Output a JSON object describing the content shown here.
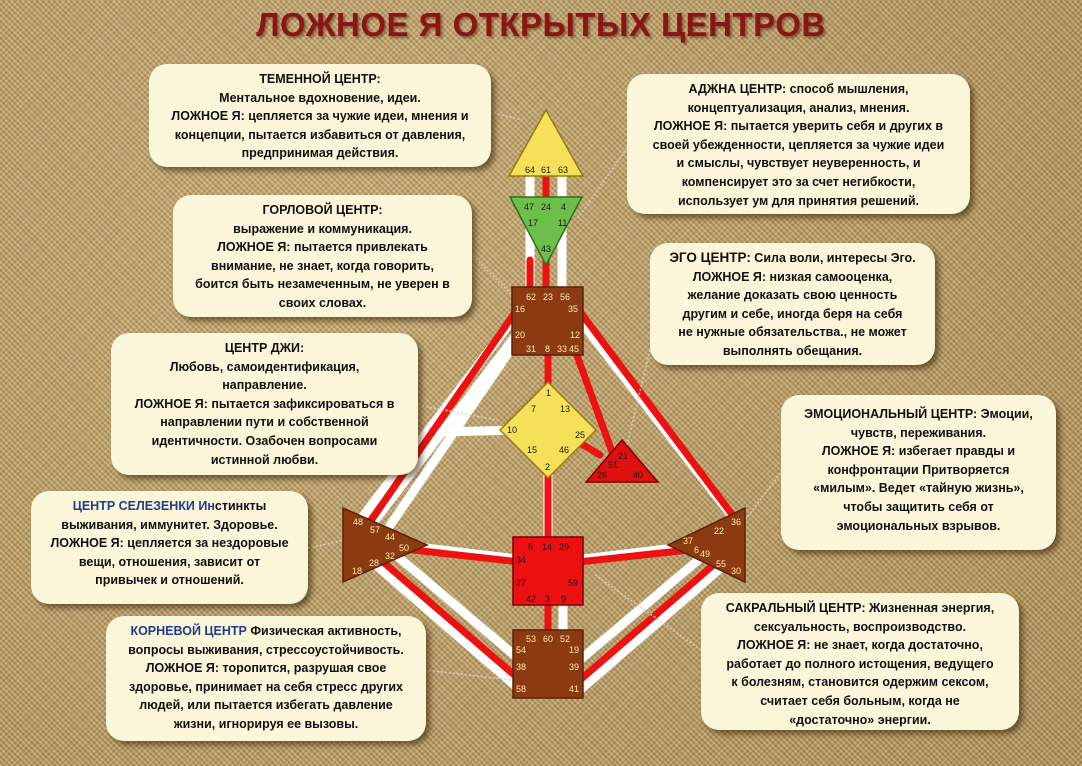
{
  "title": "ЛОЖНОЕ Я  ОТКРЫТЫХ ЦЕНТРОВ",
  "colors": {
    "title": "#8b1414",
    "channel_red": "#ee1111",
    "channel_white": "#ffffff",
    "head": "#f6e05a",
    "ajna": "#6cbf4a",
    "throat": "#8b3a12",
    "g_center": "#f6e05a",
    "ego": "#e01010",
    "sacral": "#ee1010",
    "spleen": "#8b3a12",
    "solar": "#8b3a12",
    "root": "#8b3a12",
    "callout_bg": "#fbf5d9"
  },
  "boxes": {
    "head": {
      "lines": [
        "ТЕМЕННОЙ ЦЕНТР:",
        "Ментальное вдохновение,  идеи.",
        "ЛОЖНОЕ Я: цепляется за чужие идеи, мнения и",
        "концепции, пытается избавиться от давления,",
        "предпринимая действия."
      ]
    },
    "ajna": {
      "lines": [
        "АДЖНА ЦЕНТР:  способ мышления,",
        "концептуализация, анализ, мнения.",
        "ЛОЖНОЕ Я: пытается уверить себя и других в",
        "своей убежденности, цепляется за чужие идеи",
        "и смыслы, чувствует неуверенность, и",
        "компенсирует это за счет негибкости,",
        "использует ум для принятия решений."
      ]
    },
    "throat": {
      "lines": [
        "ГОРЛОВОЙ ЦЕНТР:",
        "выражение и коммуникация.",
        "ЛОЖНОЕ Я: пытается привлекать",
        "внимание, не знает, когда говорить,",
        "боится быть незамеченным, не уверен в",
        "своих словах."
      ]
    },
    "ego": {
      "head": "ЭГО ЦЕНТР:",
      "lines": [
        "  Сила воли, интересы Эго.",
        "ЛОЖНОЕ Я: низкая самооценка,",
        "желание доказать свою ценность",
        "другим и себе,  иногда беря на себя",
        "не нужные обязательства., не может",
        "выполнять обещания."
      ]
    },
    "g": {
      "lines": [
        "ЦЕНТР ДЖИ:",
        "Любовь,   самоидентификация,",
        "направление.",
        "ЛОЖНОЕ Я:  пытается зафиксироваться в",
        "направлении пути и собственной",
        "идентичности. Озабочен вопросами",
        "истинной любви."
      ]
    },
    "solar": {
      "lines": [
        "ЭМОЦИОНАЛЬНЫЙ ЦЕНТР: Эмоции,",
        "чувств, переживания.",
        "ЛОЖНОЕ Я: избегает правды и",
        "конфронтации  Притворяется",
        "«милым». Ведет «тайную жизнь»,",
        "чтобы защитить себя от",
        "эмоциональных взрывов."
      ]
    },
    "spleen": {
      "head_blue": "ЦЕНТР СЕЛЕЗЕНКИ Ин",
      "lines": [
        "стинкты",
        "выживания,  иммунитет. Здоровье.",
        "ЛОЖНОЕ Я: цепляется за нездоровые",
        "вещи, отношения, зависит от",
        "привычек и отношений."
      ]
    },
    "sacral": {
      "lines": [
        "САКРАЛЬНЫЙ ЦЕНТР: Жизненная энергия,",
        "сексуальность, воспроизводство.",
        "ЛОЖНОЕ Я: не знает, когда достаточно,",
        "работает до полного истощения, ведущего",
        "к болезням, становится одержим сексом,",
        "считает себя больным, когда не",
        "«достаточно» энергии."
      ]
    },
    "root": {
      "head_blue": "КОРНЕВОЙ ЦЕНТР",
      "lines": [
        " Физическая активность,",
        "вопросы выживания, стрессоустойчивость.",
        "ЛОЖНОЕ Я: торопится, разрушая свое",
        "здоровье,  принимает на себя стресс других",
        "людей, или пытается избегать давление",
        "жизни, игнорируя ее вызовы."
      ]
    }
  },
  "gates": {
    "head": [
      "64",
      "61",
      "63"
    ],
    "ajna": [
      "47",
      "24",
      "4",
      "17",
      "11",
      "43"
    ],
    "throat": [
      "62",
      "23",
      "56",
      "16",
      "35",
      "20",
      "12",
      "31",
      "8",
      "33",
      "45"
    ],
    "g": [
      "1",
      "7",
      "13",
      "10",
      "25",
      "15",
      "46",
      "2"
    ],
    "ego": [
      "21",
      "51",
      "26",
      "40"
    ],
    "spleen": [
      "48",
      "57",
      "44",
      "50",
      "32",
      "28",
      "18"
    ],
    "solar": [
      "36",
      "22",
      "37",
      "6",
      "49",
      "55",
      "30"
    ],
    "sacral": [
      "5",
      "14",
      "29",
      "34",
      "27",
      "59",
      "42",
      "3",
      "9"
    ],
    "root": [
      "53",
      "60",
      "52",
      "54",
      "19",
      "38",
      "39",
      "58",
      "41"
    ]
  }
}
